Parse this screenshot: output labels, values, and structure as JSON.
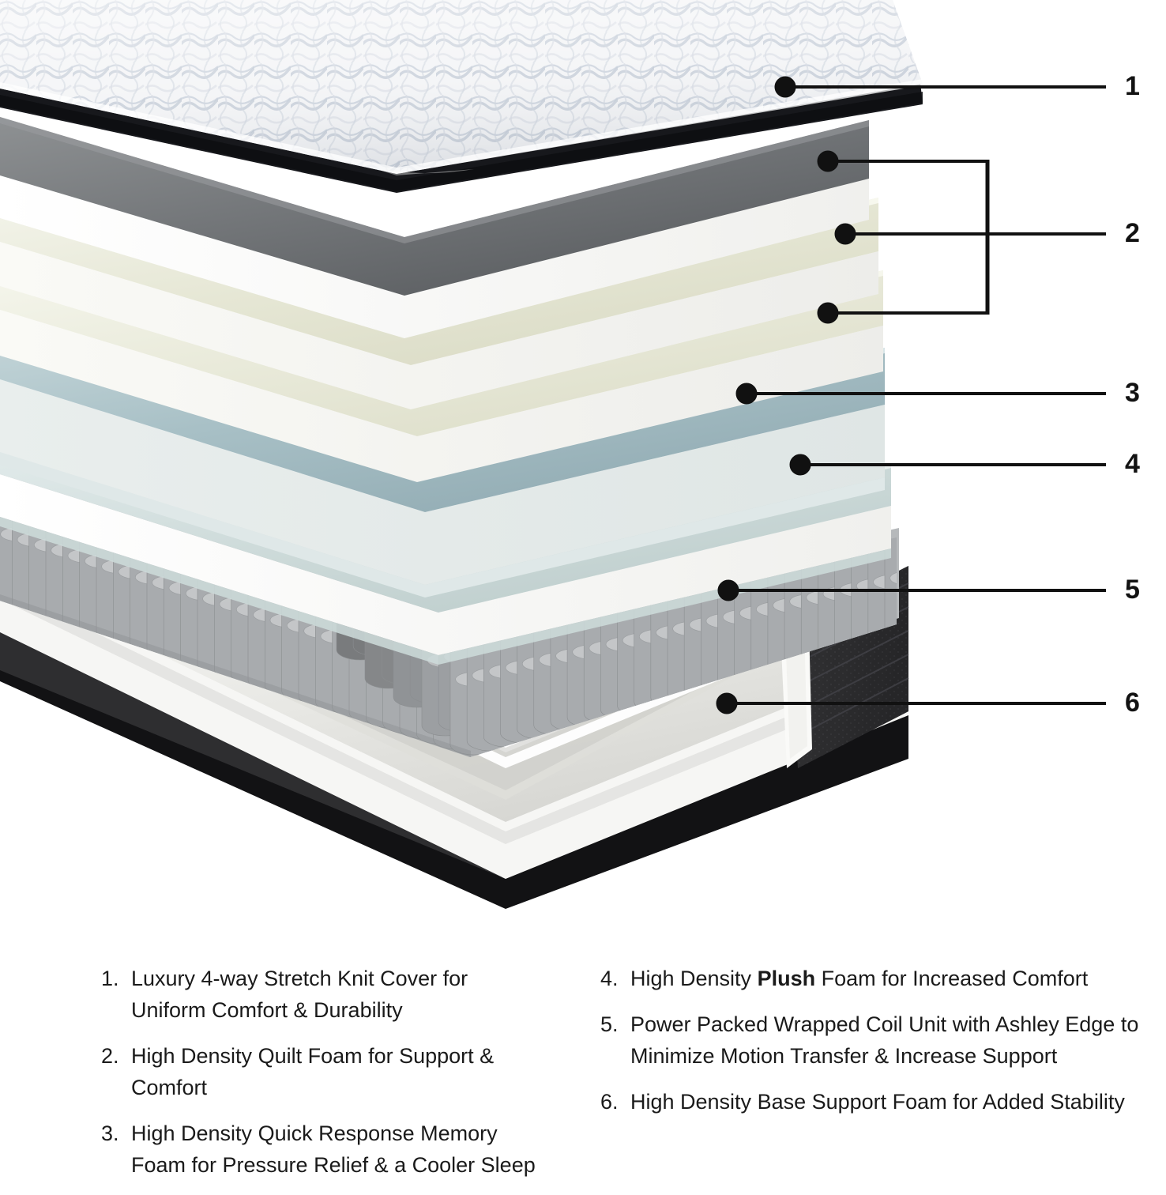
{
  "diagram": {
    "title": "Exploded mattress construction diagram",
    "callout_numbers": [
      "1",
      "2",
      "3",
      "4",
      "5",
      "6"
    ],
    "layers": [
      {
        "id": 1,
        "name": "knit-cover",
        "label_color": "#e9eaec",
        "accent": "#1c1c1c"
      },
      {
        "id": 2,
        "name": "quilt-foam-dark",
        "label_color": "#6f7274"
      },
      {
        "id": 2,
        "name": "quilt-foam-cream1",
        "label_color": "#e4e5d4"
      },
      {
        "id": 2,
        "name": "quilt-foam-cream2",
        "label_color": "#e6e7d8"
      },
      {
        "id": 3,
        "name": "memory-foam",
        "label_color": "#a6bec4"
      },
      {
        "id": 4,
        "name": "plush-foam",
        "label_color": "#cfdcda"
      },
      {
        "id": 5,
        "name": "wrapped-coil-unit",
        "label_color": "#9a9c9e"
      },
      {
        "id": 6,
        "name": "base-support-foam",
        "label_color": "#ededea"
      }
    ],
    "colors": {
      "cover_edge": "#15161a",
      "dark_foam": "#6f7274",
      "cream_foam": "#e4e5d4",
      "cream_foam_light": "#ecede0",
      "blue_foam": "#a6bec4",
      "mint_foam": "#ccdad9",
      "coil_gray": "#9fa2a4",
      "base_white": "#f2f2ef",
      "fabric_black": "#2a2a2c",
      "callout_line": "#111111"
    }
  },
  "legend": {
    "left": [
      {
        "number": "1.",
        "text": "Luxury 4-way Stretch Knit Cover for Uniform Comfort & Durability"
      },
      {
        "number": "2.",
        "text": "High Density Quilt Foam for Support & Comfort"
      },
      {
        "number": "3.",
        "text": "High Density Quick Response Memory Foam for Pressure Relief & a Cooler Sleep"
      }
    ],
    "right": [
      {
        "number": "4.",
        "text_before": "High Density ",
        "bold": "Plush",
        "text_after": " Foam for Increased Comfort"
      },
      {
        "number": "5.",
        "text": "Power Packed Wrapped Coil Unit with Ashley Edge to Minimize Motion Transfer & Increase Support"
      },
      {
        "number": "6.",
        "text": "High Density Base Support Foam for Added Stability"
      }
    ]
  }
}
